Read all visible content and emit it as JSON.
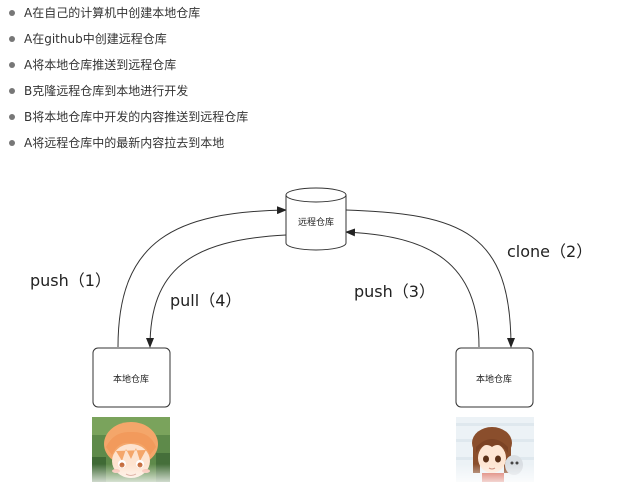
{
  "steps": [
    "A在自己的计算机中创建本地仓库",
    "A在github中创建远程仓库",
    "A将本地仓库推送到远程仓库",
    "B克隆远程仓库到本地进行开发",
    "B将本地仓库中开发的内容推送到远程仓库",
    "A将远程仓库中的最新内容拉去到本地"
  ],
  "diagram": {
    "remote_label": "远程仓库",
    "local_a_label": "本地仓库",
    "local_b_label": "本地仓库",
    "push1_label": "push（1）",
    "pull4_label": "pull（4）",
    "push3_label": "push（3）",
    "clone2_label": "clone（2）"
  }
}
